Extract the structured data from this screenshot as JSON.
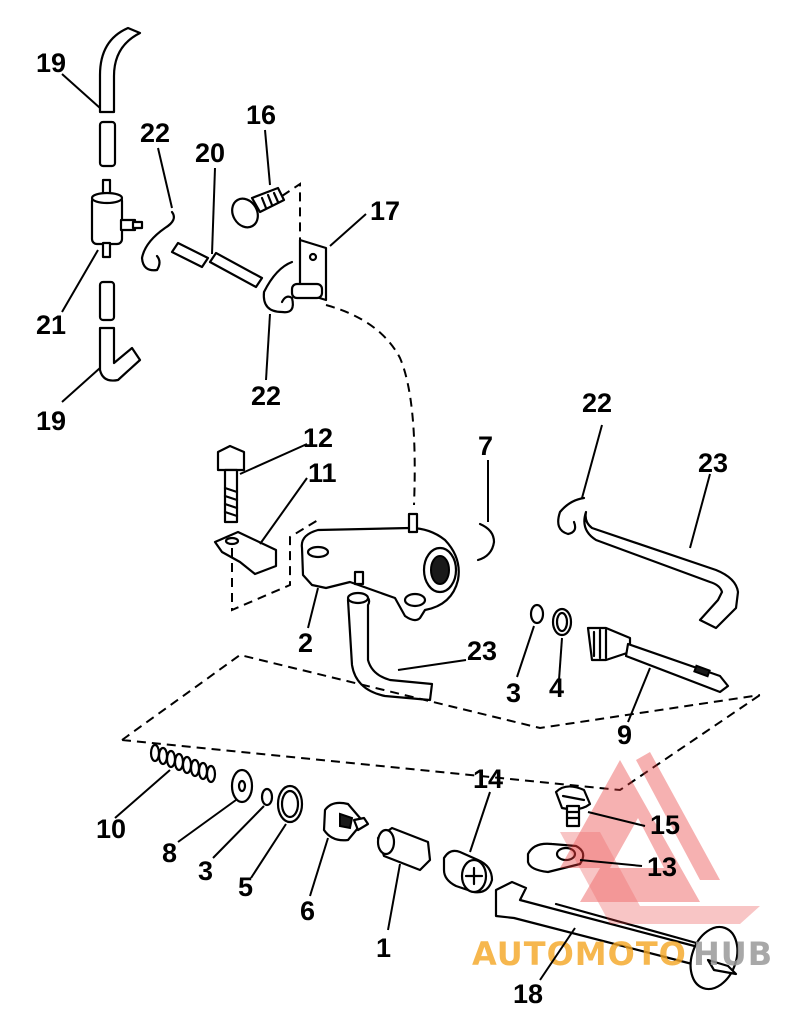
{
  "diagram": {
    "callouts": {
      "c1": "1",
      "c2": "2",
      "c3a": "3",
      "c3b": "3",
      "c4": "4",
      "c5": "5",
      "c6": "6",
      "c7": "7",
      "c8": "8",
      "c9": "9",
      "c10": "10",
      "c11": "11",
      "c12": "12",
      "c13": "13",
      "c14": "14",
      "c15": "15",
      "c16": "16",
      "c17": "17",
      "c18": "18",
      "c19a": "19",
      "c19b": "19",
      "c20": "20",
      "c21": "21",
      "c22a": "22",
      "c22b": "22",
      "c22c": "22",
      "c23a": "23",
      "c23b": "23"
    }
  },
  "watermark": {
    "brand_part1": "AUTOMOTO",
    "brand_part2": "HUB",
    "color_red": "#e83a3a",
    "color_orange": "#f5a623",
    "color_gray": "#9a9a9a"
  }
}
